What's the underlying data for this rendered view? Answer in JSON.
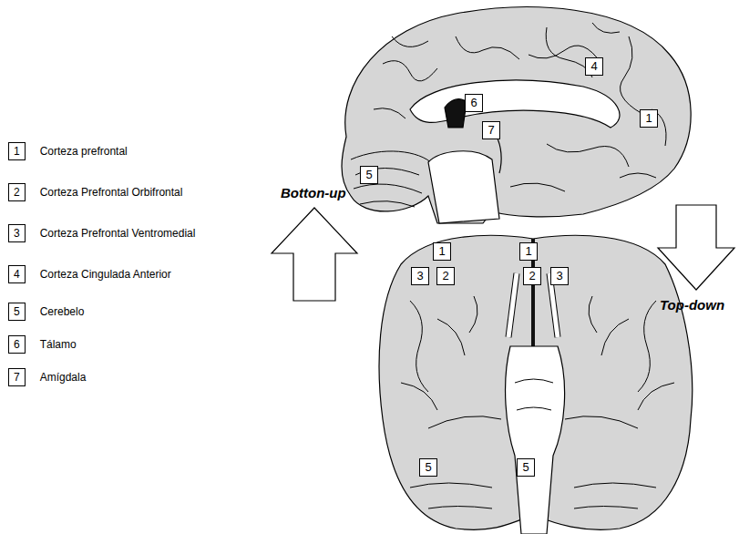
{
  "diagram": {
    "nodes": [
      {
        "text": [
          "1",
          "Corteza prefrontal"
        ]
      },
      {
        "text": [
          "2",
          "Corteza Prefrontal Orbifrontal"
        ]
      },
      {
        "text": [
          "3",
          "Corteza Prefrontal Ventromedial"
        ]
      },
      {
        "text": [
          "4",
          "Corteza Cingulada Anterior"
        ]
      },
      {
        "text": [
          "5",
          "Cerebelo"
        ]
      },
      {
        "text": [
          "6",
          "Tálamo"
        ]
      },
      {
        "text": [
          "7",
          "Amígdala"
        ]
      },
      {
        "text": [
          "6"
        ]
      },
      {
        "text": [
          "7"
        ]
      },
      {
        "text": [
          "4"
        ]
      },
      {
        "text": [
          "1"
        ]
      },
      {
        "text": [
          "5"
        ]
      },
      {
        "text": [
          "1"
        ]
      },
      {
        "text": [
          "1"
        ]
      },
      {
        "text": [
          "3"
        ]
      },
      {
        "text": [
          "2"
        ]
      },
      {
        "text": [
          "2"
        ]
      },
      {
        "text": [
          "3"
        ]
      },
      {
        "text": [
          "5"
        ]
      },
      {
        "text": [
          "5"
        ]
      }
    ],
    "labels": [
      "Botton-up",
      "Top-down"
    ]
  }
}
